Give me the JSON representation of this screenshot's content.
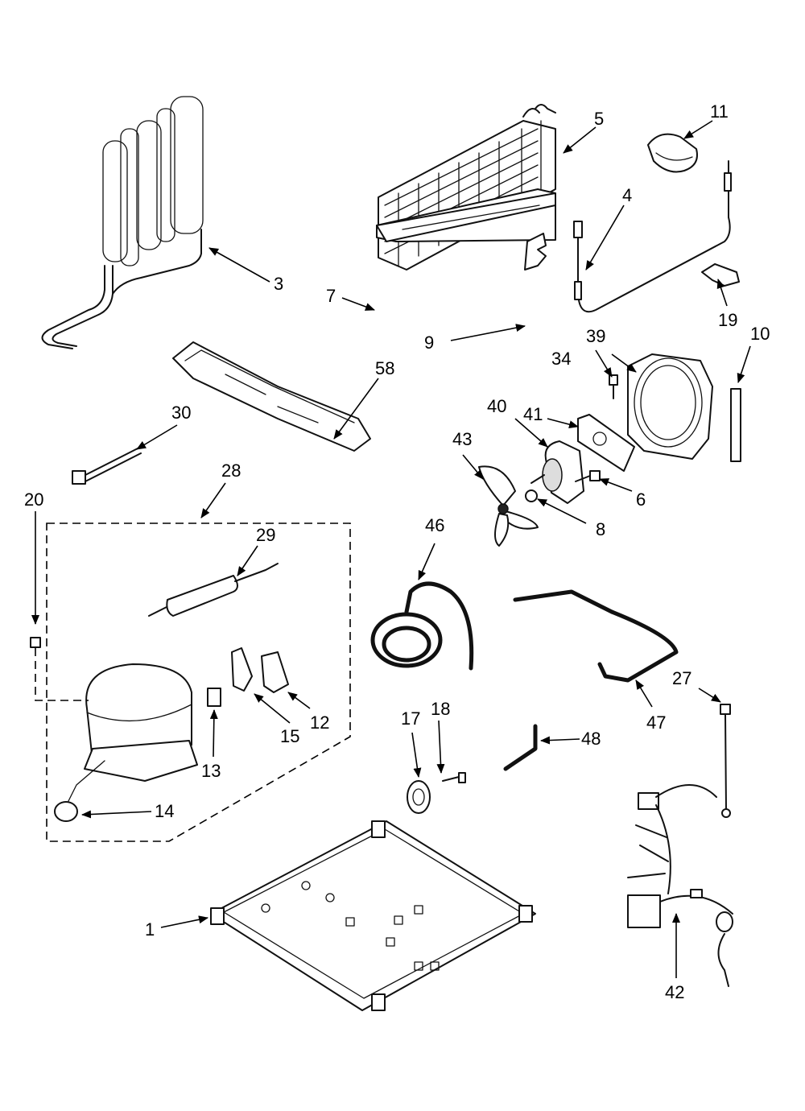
{
  "callouts": {
    "c1": "1",
    "c3": "3",
    "c4": "4",
    "c5": "5",
    "c6": "6",
    "c7": "7",
    "c8": "8",
    "c9": "9",
    "c10": "10",
    "c11": "11",
    "c12": "12",
    "c13": "13",
    "c14": "14",
    "c15": "15",
    "c17": "17",
    "c18": "18",
    "c19": "19",
    "c20": "20",
    "c27": "27",
    "c28": "28",
    "c29": "29",
    "c30": "30",
    "c34": "34",
    "c39": "39",
    "c40": "40",
    "c41": "41",
    "c42": "42",
    "c43": "43",
    "c46": "46",
    "c47": "47",
    "c48": "48",
    "c58": "58"
  }
}
